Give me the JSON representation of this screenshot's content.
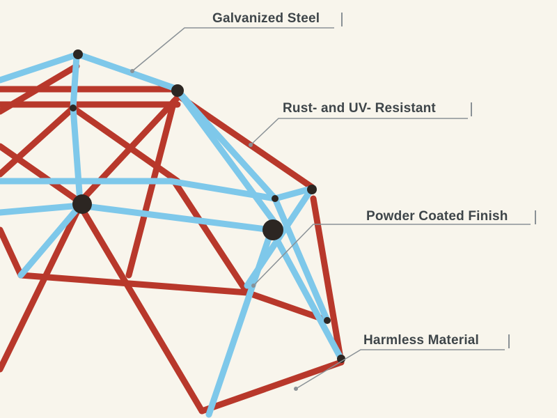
{
  "callouts": [
    {
      "id": "galvanized",
      "label": "Galvanized Steel"
    },
    {
      "id": "rust",
      "label": "Rust- and UV- Resistant"
    },
    {
      "id": "powder",
      "label": "Powder Coated Finish"
    },
    {
      "id": "harmless",
      "label": "Harmless Material"
    }
  ],
  "colors": {
    "background": "#f8f5ec",
    "red_bar": "#b8382b",
    "blue_bar": "#7ec8ea",
    "connector": "#2c2622",
    "callout_line": "#8a9196",
    "label_text": "#3e4549"
  },
  "product": {
    "subject": "dome climber",
    "icon": "geodesic-dome-image"
  }
}
